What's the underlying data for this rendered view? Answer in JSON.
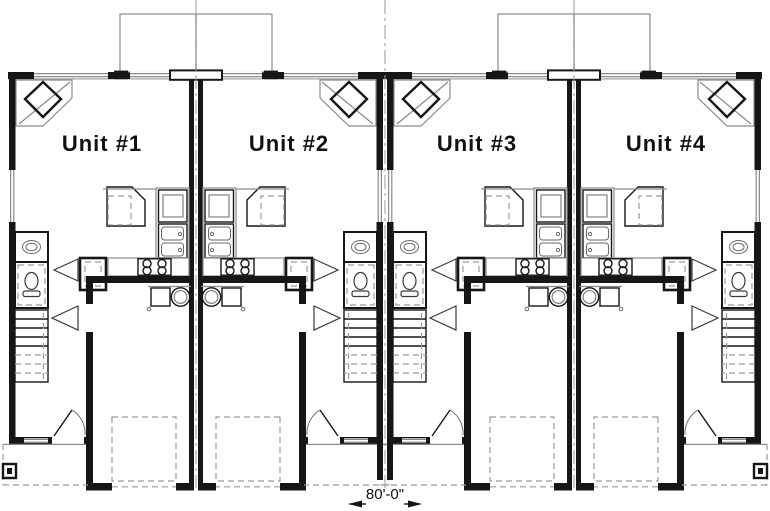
{
  "plan": {
    "type": "fourplex-main-floor-plan",
    "units": [
      {
        "id": 1,
        "label": "Unit #1"
      },
      {
        "id": 2,
        "label": "Unit #2"
      },
      {
        "id": 3,
        "label": "Unit #3"
      },
      {
        "id": 4,
        "label": "Unit #4"
      }
    ],
    "dimension": {
      "label": "80'-0\""
    },
    "fixtures_per_unit": [
      "corner-fireplace",
      "kitchen-refrigerator",
      "kitchen-double-sink",
      "kitchen-range-4-burner",
      "kitchen-island",
      "washer",
      "dryer",
      "bathroom-sink",
      "toilet",
      "staircase",
      "coat-closet",
      "entry-door",
      "garage-parking-pad",
      "garage-door",
      "front-porch"
    ],
    "colors": {
      "background": "#ffffff",
      "wall": "#161616",
      "window_line": "#8a8a8a",
      "dashed_line": "#9a9a9a",
      "centerline": "#999999"
    }
  }
}
